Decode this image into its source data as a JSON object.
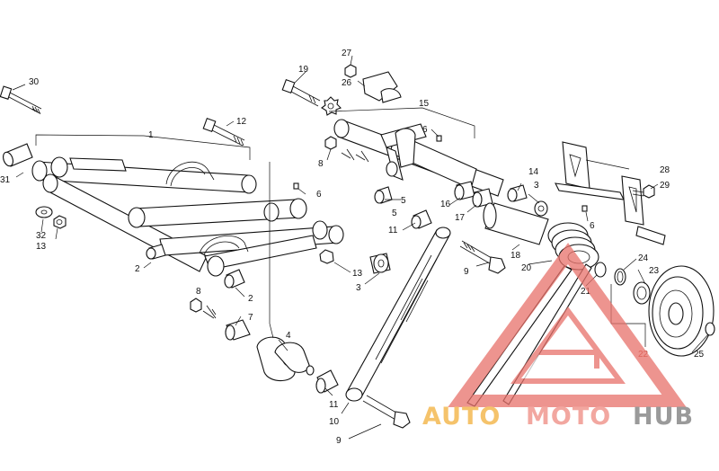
{
  "diagram": {
    "callouts": [
      {
        "id": "c30",
        "text": "30"
      },
      {
        "id": "c1",
        "text": "1"
      },
      {
        "id": "c12",
        "text": "12"
      },
      {
        "id": "c6a",
        "text": "6"
      },
      {
        "id": "c31",
        "text": "31"
      },
      {
        "id": "c32",
        "text": "32"
      },
      {
        "id": "c13a",
        "text": "13"
      },
      {
        "id": "c2a",
        "text": "2"
      },
      {
        "id": "c2b",
        "text": "2"
      },
      {
        "id": "c13b",
        "text": "13"
      },
      {
        "id": "c3a",
        "text": "3"
      },
      {
        "id": "c8a",
        "text": "8"
      },
      {
        "id": "c7",
        "text": "7"
      },
      {
        "id": "c4",
        "text": "4"
      },
      {
        "id": "c5a",
        "text": "5"
      },
      {
        "id": "c11a",
        "text": "11"
      },
      {
        "id": "c10",
        "text": "10"
      },
      {
        "id": "c9a",
        "text": "9"
      },
      {
        "id": "c19",
        "text": "19"
      },
      {
        "id": "c27",
        "text": "27"
      },
      {
        "id": "c26",
        "text": "26"
      },
      {
        "id": "c15",
        "text": "15"
      },
      {
        "id": "c6b",
        "text": "6"
      },
      {
        "id": "c8b",
        "text": "8"
      },
      {
        "id": "c14",
        "text": "14"
      },
      {
        "id": "c3b",
        "text": "3"
      },
      {
        "id": "c5b",
        "text": "5"
      },
      {
        "id": "c16",
        "text": "16"
      },
      {
        "id": "c17",
        "text": "17"
      },
      {
        "id": "c11b",
        "text": "11"
      },
      {
        "id": "c9b",
        "text": "9"
      },
      {
        "id": "c18",
        "text": "18"
      },
      {
        "id": "c20",
        "text": "20"
      },
      {
        "id": "c21",
        "text": "21"
      },
      {
        "id": "c28",
        "text": "28"
      },
      {
        "id": "c29",
        "text": "29"
      },
      {
        "id": "c6c",
        "text": "6"
      },
      {
        "id": "c24",
        "text": "24"
      },
      {
        "id": "c23",
        "text": "23"
      },
      {
        "id": "c22",
        "text": "22"
      },
      {
        "id": "c25",
        "text": "25"
      }
    ]
  },
  "watermark": {
    "word1": "AUTO",
    "word2": "MOTO",
    "word3": "HUB",
    "color1": "#f5c36b",
    "color2": "#f2a7a0",
    "color3": "#9a9a9a"
  }
}
